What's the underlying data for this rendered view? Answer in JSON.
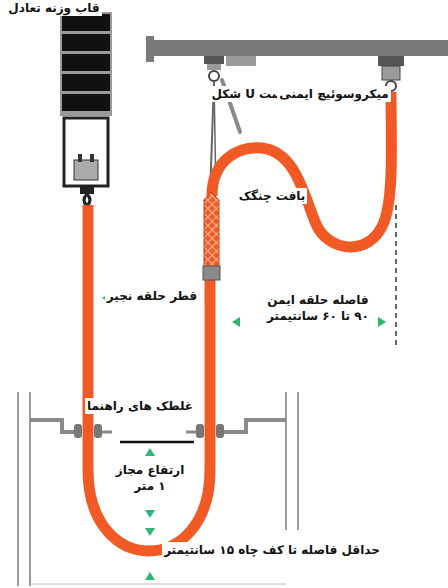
{
  "diagram": {
    "labels": [
      "قاب وزنه تعادل",
      "بست U شکل",
      "میکروسوئیچ ایمنی",
      "بافت چنگک",
      "قطر حلقه نجیر",
      "فاصله حلقه ایمن ۹۰ تا ۶۰ سانتیمتر",
      "غلطک های راهنما",
      "ارتفاع مجاز ۱ متر",
      "حداقل فاصله تا کف چاه ۱۵ سانتیمتر"
    ]
  }
}
